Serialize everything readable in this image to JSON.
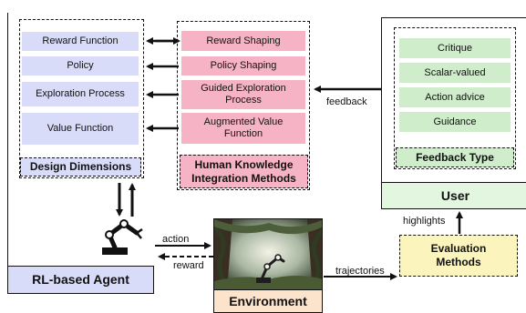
{
  "agent": {
    "title": "RL-based Agent",
    "group_title": "Design Dimensions",
    "items": [
      "Reward Function",
      "Policy",
      "Exploration Process",
      "Value Function"
    ]
  },
  "methods": {
    "title": "Human Knowledge Integration Methods",
    "items": [
      "Reward Shaping",
      "Policy Shaping",
      "Guided Exploration Process",
      "Augmented Value Function"
    ]
  },
  "user": {
    "title": "User",
    "group_title": "Feedback Type",
    "items": [
      "Critique",
      "Scalar-valued",
      "Action advice",
      "Guidance"
    ]
  },
  "environment": {
    "title": "Environment"
  },
  "evaluation": {
    "title": "Evaluation Methods"
  },
  "edges": {
    "action": "action",
    "reward": "reward",
    "trajectories": "trajectories",
    "feedback": "feedback",
    "highlights": "highlights"
  },
  "colors": {
    "agent_fill": "#d9dcf8",
    "methods_fill": "#f7b3c6",
    "user_fill": "#cfeccb",
    "user_title_fill": "#e3f6df",
    "env_fill": "#fbe3cc",
    "eval_fill": "#fbf5bd"
  }
}
